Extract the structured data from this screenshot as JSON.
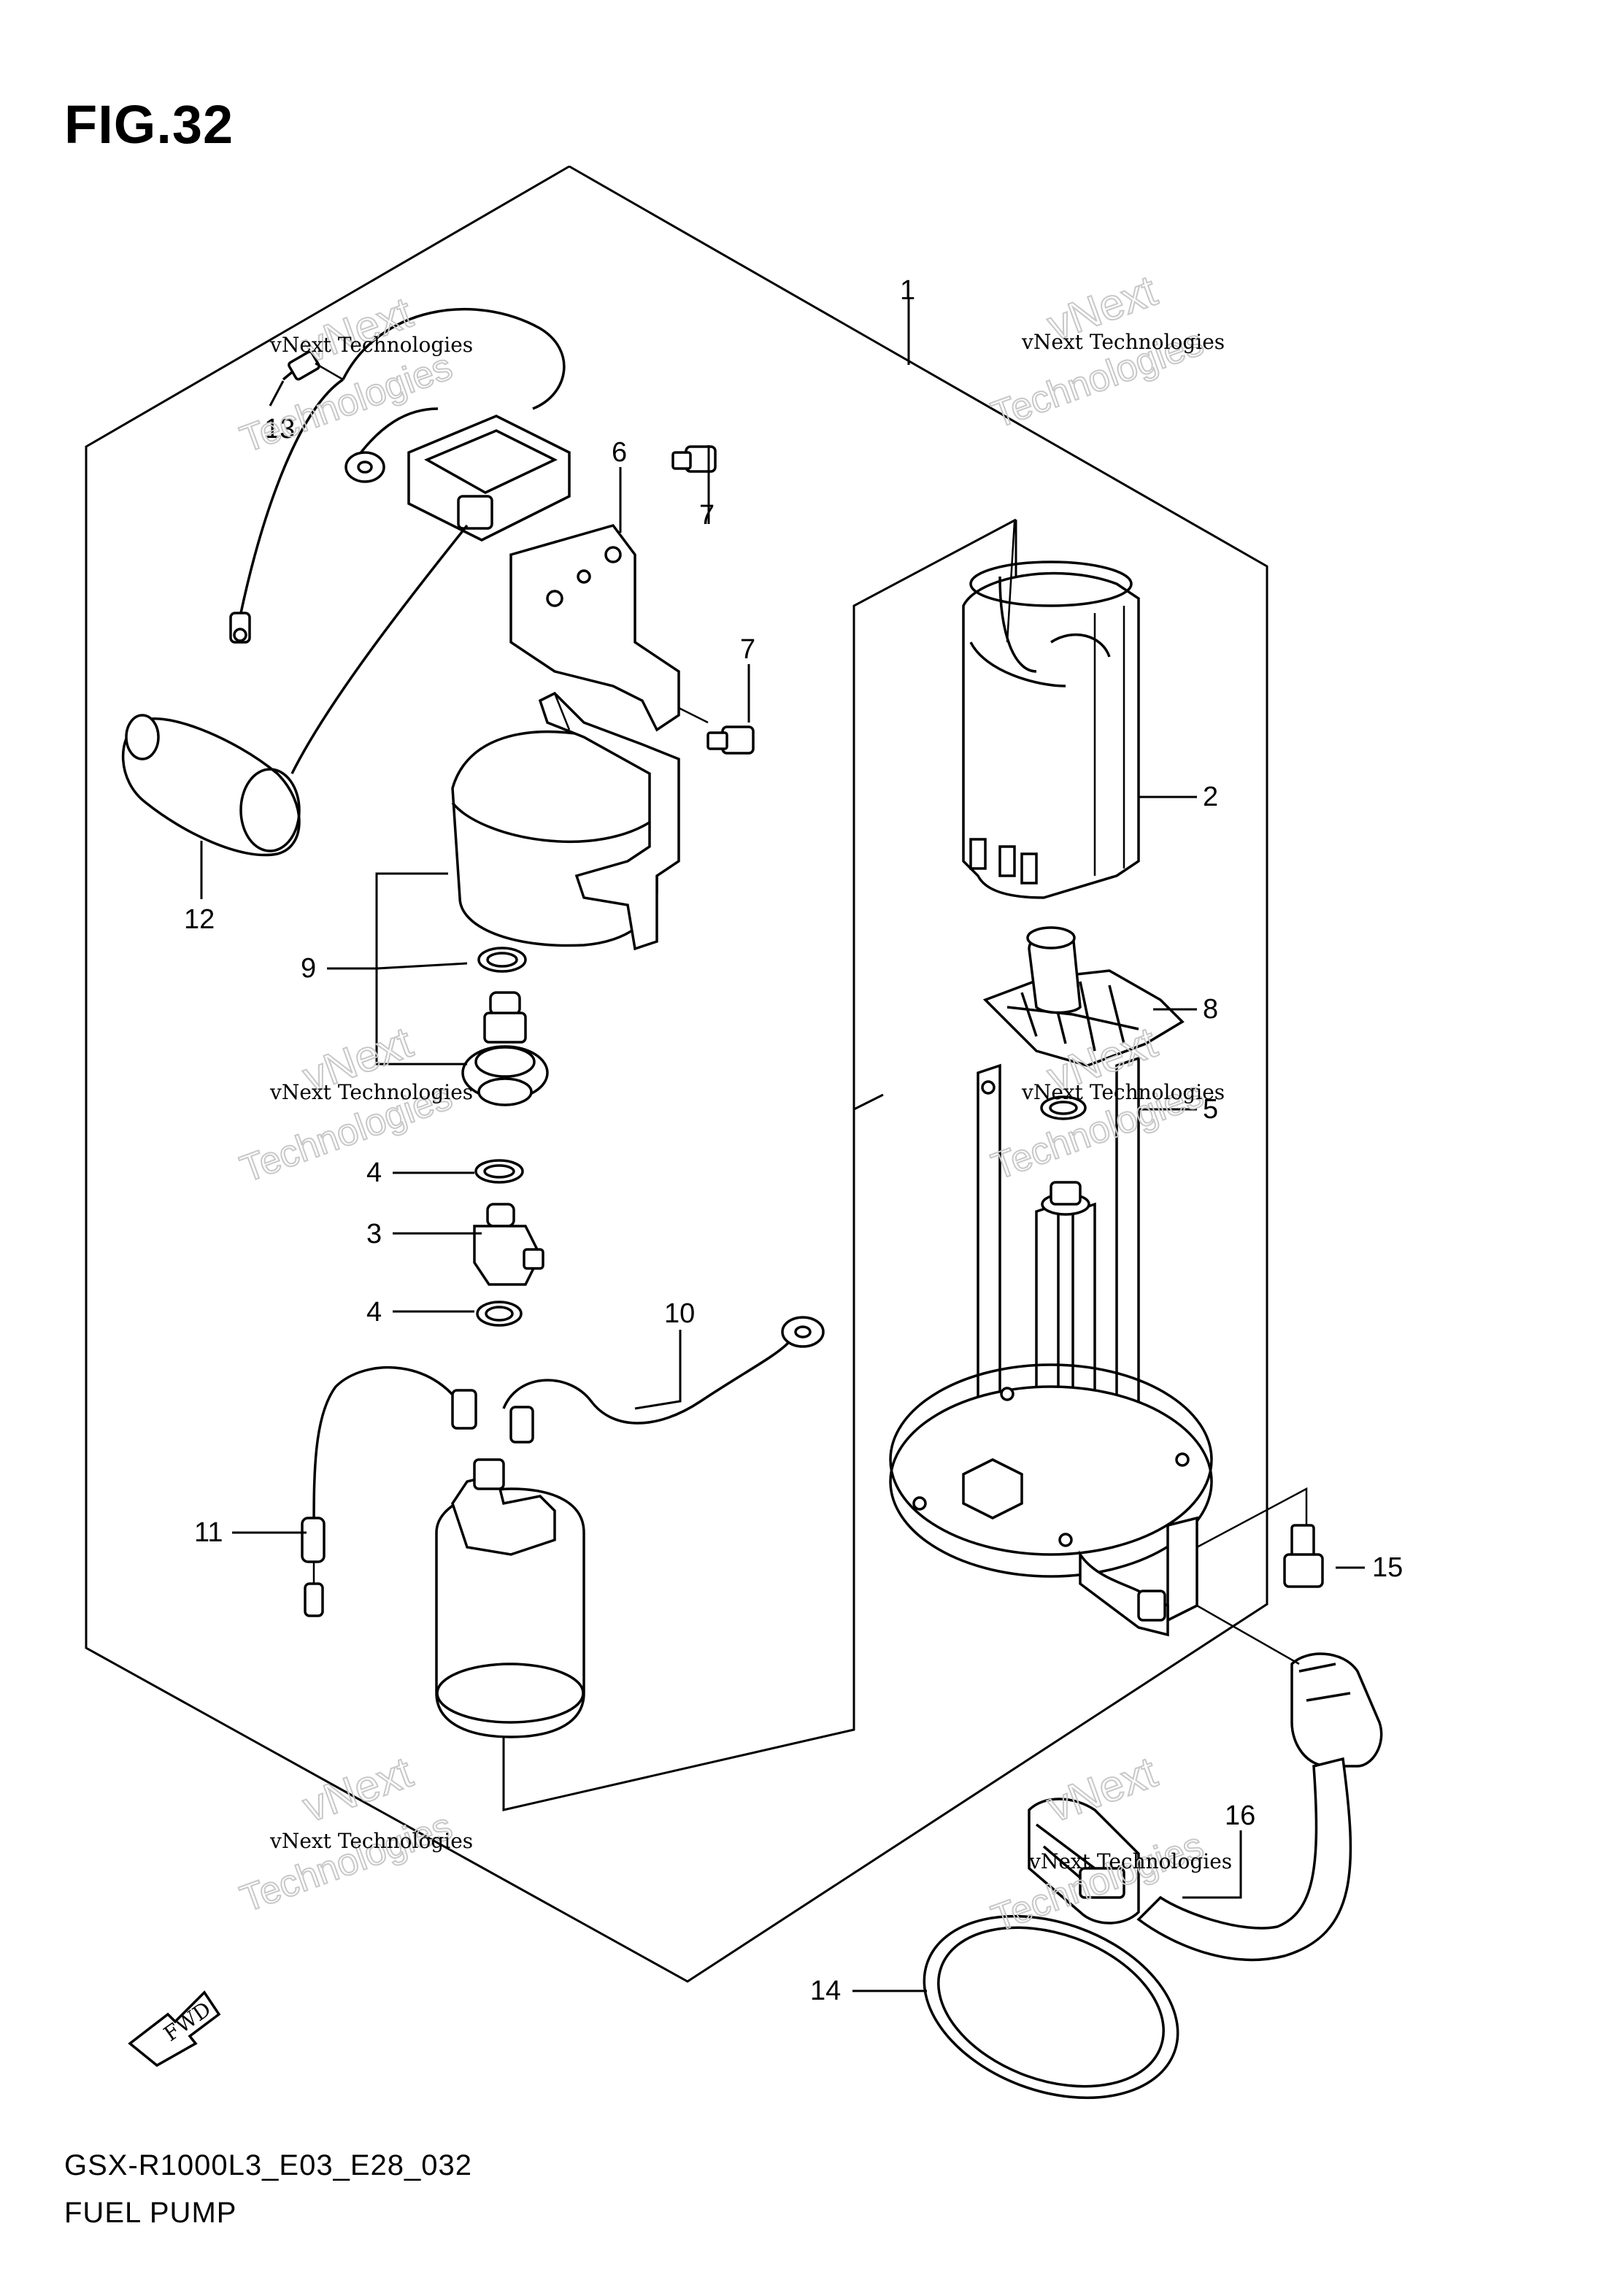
{
  "figure": {
    "title": "FIG.32",
    "model_code": "GSX-R1000L3_E03_E28_032",
    "name": "FUEL PUMP",
    "fwd_label": "FWD"
  },
  "callouts": [
    {
      "id": "c1",
      "label": "1"
    },
    {
      "id": "c2",
      "label": "2"
    },
    {
      "id": "c3",
      "label": "3"
    },
    {
      "id": "c4a",
      "label": "4"
    },
    {
      "id": "c4b",
      "label": "4"
    },
    {
      "id": "c5",
      "label": "5"
    },
    {
      "id": "c6",
      "label": "6"
    },
    {
      "id": "c7a",
      "label": "7"
    },
    {
      "id": "c7b",
      "label": "7"
    },
    {
      "id": "c8",
      "label": "8"
    },
    {
      "id": "c9",
      "label": "9"
    },
    {
      "id": "c10",
      "label": "10"
    },
    {
      "id": "c11",
      "label": "11"
    },
    {
      "id": "c12",
      "label": "12"
    },
    {
      "id": "c13",
      "label": "13"
    },
    {
      "id": "c14",
      "label": "14"
    },
    {
      "id": "c15",
      "label": "15"
    },
    {
      "id": "c16",
      "label": "16"
    }
  ],
  "watermark": {
    "line1": "vNext Technologies",
    "line2a": "vNext",
    "line2b": "Technologies"
  }
}
